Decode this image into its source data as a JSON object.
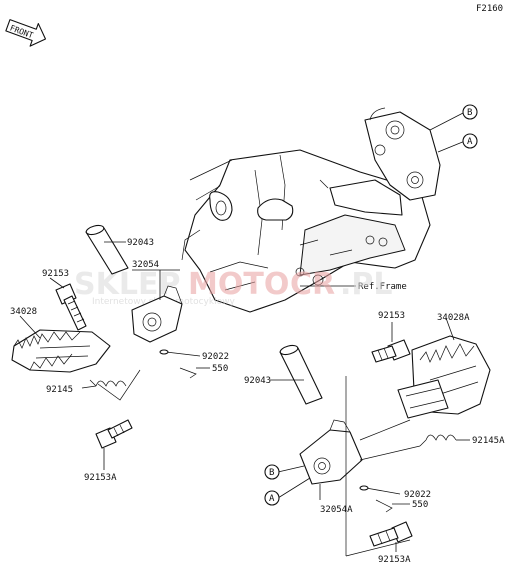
{
  "diagram": {
    "code": "F2160",
    "front_label": "FRONT",
    "ref_frame": "Ref.Frame",
    "callouts": {
      "a": "A",
      "b": "B"
    },
    "parts_left": {
      "pin": "92043",
      "bracket": "32054",
      "bolt_top": "92153",
      "footpeg": "34028",
      "spring": "92145",
      "washer": "92022",
      "cotter": "550",
      "bolt_bottom": "92153A"
    },
    "parts_right": {
      "bolt_top": "92153",
      "footpeg": "34028A",
      "pin": "92043",
      "spring": "92145A",
      "washer": "92022",
      "cotter": "550",
      "bracket": "32054A",
      "bolt_bottom": "92153A"
    }
  },
  "watermark": {
    "brand_a": "SKLEP",
    "brand_b": "MOTO",
    "brand_c": "CR",
    "brand_d": ".PL",
    "tagline": "Internetowy sklep motocyklowy",
    "accent": "#e8a0a0"
  }
}
